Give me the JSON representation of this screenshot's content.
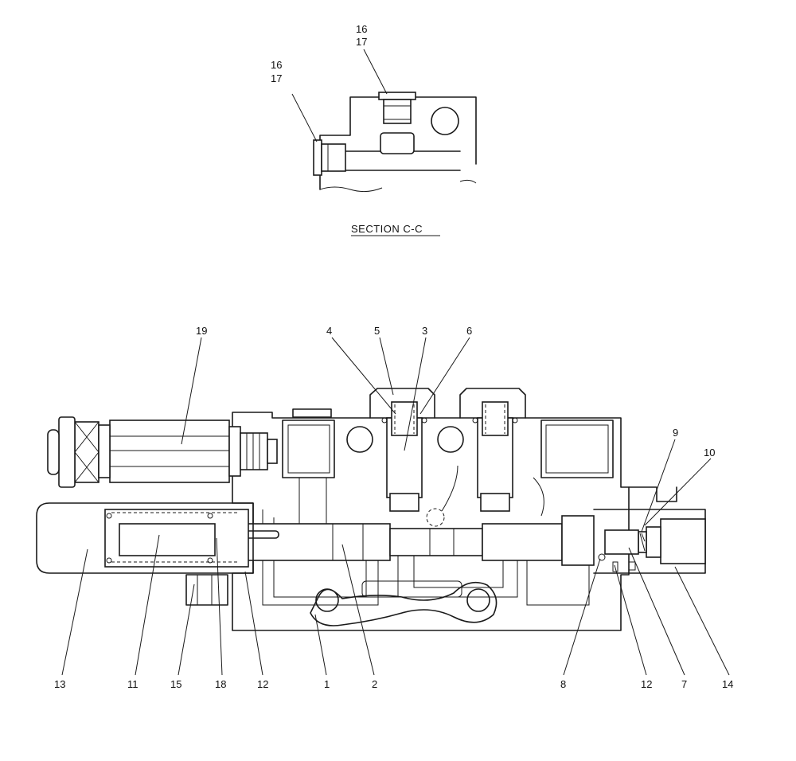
{
  "section_title": "SECTION C-C",
  "labels": {
    "p16a": "16",
    "p17a": "17",
    "p16b": "16",
    "p17b": "17",
    "p19": "19",
    "p4": "4",
    "p5": "5",
    "p3": "3",
    "p6": "6",
    "p9": "9",
    "p10": "10",
    "p13": "13",
    "p11": "11",
    "p15": "15",
    "p18": "18",
    "p12a": "12",
    "p1": "1",
    "p2": "2",
    "p8": "8",
    "p12b": "12",
    "p7": "7",
    "p14": "14"
  }
}
